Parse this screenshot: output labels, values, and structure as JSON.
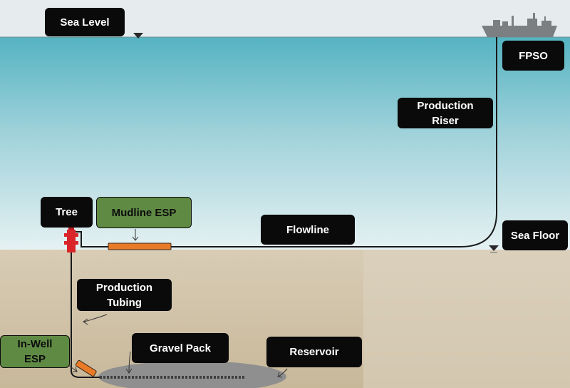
{
  "labels": {
    "sea_level": "Sea Level",
    "fpso": "FPSO",
    "production_riser": [
      "Production",
      "Riser"
    ],
    "tree": "Tree",
    "mudline_esp": "Mudline ESP",
    "flowline": "Flowline",
    "sea_floor": "Sea Floor",
    "production_tubing": [
      "Production",
      "Tubing"
    ],
    "in_well_esp": [
      "In-Well",
      "ESP"
    ],
    "gravel_pack": "Gravel Pack",
    "reservoir": "Reservoir"
  },
  "colors": {
    "sky": "#e6ecee",
    "sea_top": "#55b3c2",
    "sea_bottom": "#e3f0f1",
    "seabed_top": "#d6cab3",
    "seabed_bottom": "#c9b99c",
    "label_bg": "#0a0a0a",
    "label_text": "#ffffff",
    "esp_green": "#5f8a44",
    "esp_orange": "#e87a28",
    "tree_red": "#d9252a",
    "reservoir_gray": "#8d8d8d"
  }
}
